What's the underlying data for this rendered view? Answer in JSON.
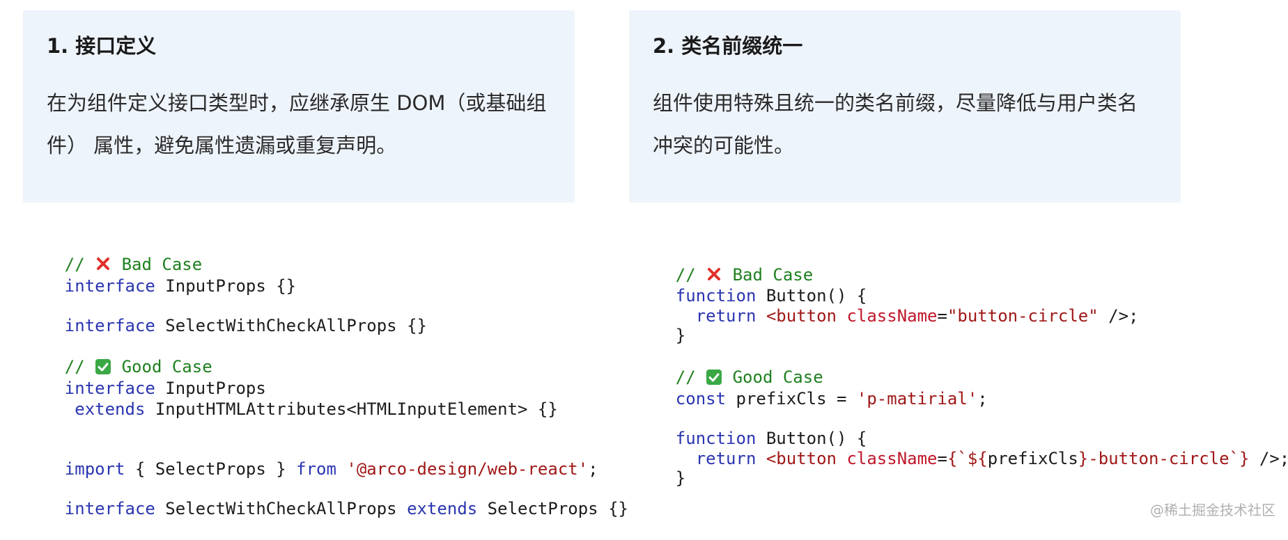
{
  "cards": [
    {
      "title": "1. 接口定义",
      "body": "在为组件定义接口类型时，应继承原生 DOM（或基础组件） 属性，避免属性遗漏或重复声明。"
    },
    {
      "title": "2. 类名前缀统一",
      "body": "组件使用特殊且统一的类名前缀，尽量降低与用户类名冲突的可能性。"
    }
  ],
  "left_code": {
    "bad_comment_prefix": "// ",
    "bad_label": "Bad Case",
    "l1_kw": "interface",
    "l1_rest": " InputProps {}",
    "l2_kw": "interface",
    "l2_rest": " SelectWithCheckAllProps {}",
    "good_comment_prefix": "// ",
    "good_label": "Good Case",
    "l3_kw": "interface",
    "l3_rest": " InputProps",
    "l4_indent": " ",
    "l4_kw": "extends",
    "l4_rest": " InputHTMLAttributes<HTMLInputElement> {}",
    "l5_kw1": "import",
    "l5_mid": " { SelectProps } ",
    "l5_kw2": "from",
    "l5_sp": " ",
    "l5_str": "'@arco-design/web-react'",
    "l5_end": ";",
    "l6_kw1": "interface",
    "l6_mid": " SelectWithCheckAllProps ",
    "l6_kw2": "extends",
    "l6_rest": " SelectProps {}"
  },
  "right_code": {
    "bad_comment_prefix": "// ",
    "bad_label": "Bad Case",
    "r1_kw": "function",
    "r1_rest": " Button() {",
    "r2_indent": "  ",
    "r2_kw": "return",
    "r2_tag": " <button ",
    "r2_attr": "className",
    "r2_eq": "=",
    "r2_str": "\"button-circle\"",
    "r2_end": " />;",
    "r3": "}",
    "good_comment_prefix": "// ",
    "good_label": "Good Case",
    "r4_kw": "const",
    "r4_mid": " prefixCls = ",
    "r4_str": "'p-matirial'",
    "r4_end": ";",
    "r5_kw": "function",
    "r5_rest": " Button() {",
    "r6_indent": "  ",
    "r6_kw": "return",
    "r6_tag": " <button ",
    "r6_attr": "className",
    "r6_eq": "=",
    "r6_str1": "{`${",
    "r6_var": "prefixCls",
    "r6_str2": "}-button-circle`}",
    "r6_end": " />;",
    "r7": "}"
  },
  "watermark": "@稀土掘金技术社区",
  "colors": {
    "card_bg": "#eef4fb",
    "comment": "#208020",
    "keyword": "#2a35b0",
    "string": "#a01818",
    "attr": "#c0182a",
    "bad_icon": "#e0302a",
    "good_icon": "#3aa845"
  }
}
